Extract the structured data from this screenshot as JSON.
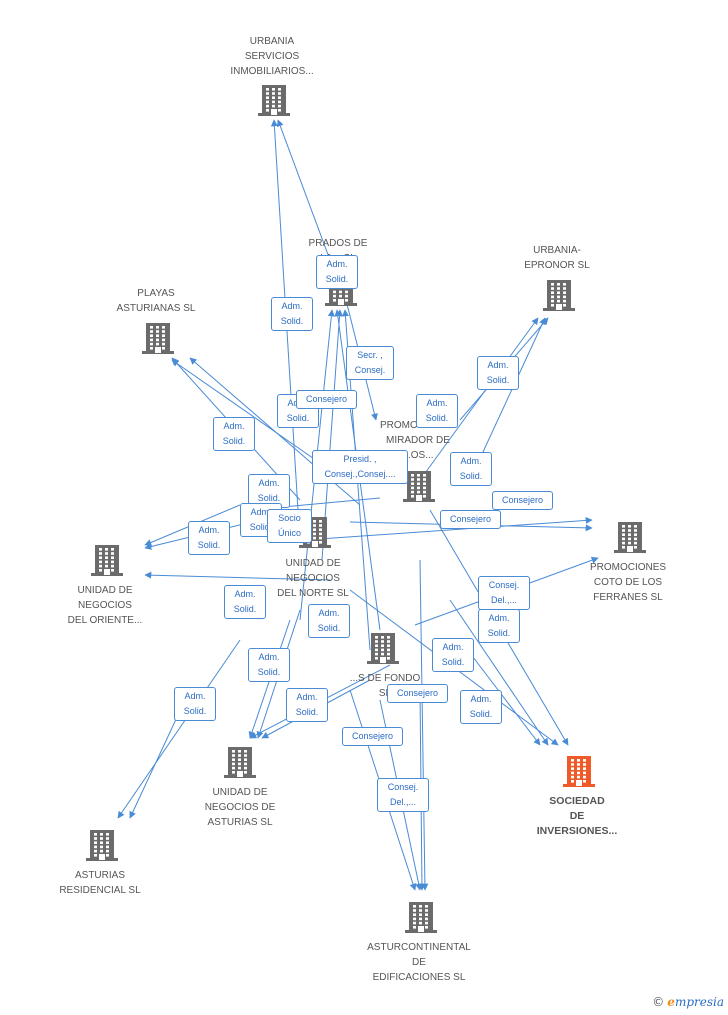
{
  "nodes": [
    {
      "id": "urbania_serv",
      "lines": [
        "URBANIA",
        "SERVICIOS",
        "INMOBILIARIOS..."
      ],
      "highlight": false
    },
    {
      "id": "prados",
      "lines": [
        "PRADOS DE",
        "LA...  SL"
      ],
      "highlight": false
    },
    {
      "id": "urbania_ep",
      "lines": [
        "URBANIA-",
        "EPRONOR SL"
      ],
      "highlight": false
    },
    {
      "id": "playas",
      "lines": [
        "PLAYAS",
        "ASTURIANAS SL"
      ],
      "highlight": false
    },
    {
      "id": "promo_mirador",
      "lines": [
        "PROMOCIONES",
        "MIRADOR DE",
        "...OS..."
      ],
      "highlight": false
    },
    {
      "id": "promo_coto",
      "lines": [
        "PROMOCIONES",
        "COTO DE LOS",
        "FERRANES SL"
      ],
      "highlight": false
    },
    {
      "id": "unidad_oriente",
      "lines": [
        "UNIDAD DE",
        "NEGOCIOS",
        "DEL ORIENTE..."
      ],
      "highlight": false
    },
    {
      "id": "unidad_norte",
      "lines": [
        "UNIDAD DE",
        "NEGOCIOS",
        "DEL NORTE  SL"
      ],
      "highlight": false
    },
    {
      "id": "fondo",
      "lines": [
        "...S DE FONDO",
        "SL"
      ],
      "highlight": false
    },
    {
      "id": "unidad_asturias",
      "lines": [
        "UNIDAD DE",
        "NEGOCIOS DE",
        "ASTURIAS SL"
      ],
      "highlight": false
    },
    {
      "id": "asturias_res",
      "lines": [
        "ASTURIAS",
        "RESIDENCIAL SL"
      ],
      "highlight": false
    },
    {
      "id": "sociedad",
      "lines": [
        "SOCIEDAD",
        "DE",
        "INVERSIONES..."
      ],
      "highlight": true
    },
    {
      "id": "asturcontinental",
      "lines": [
        "ASTURCONTINENTAL",
        "DE",
        "EDIFICACIONES SL"
      ],
      "highlight": false
    }
  ],
  "edge_labels": [
    {
      "lines": [
        "Adm.",
        "Solid."
      ]
    },
    {
      "lines": [
        "Adm.",
        "Solid."
      ]
    },
    {
      "lines": [
        "Secr. ,",
        "Consej."
      ]
    },
    {
      "lines": [
        "Adm.",
        "Solid."
      ]
    },
    {
      "lines": [
        "Consejero"
      ]
    },
    {
      "lines": [
        "Adm.",
        "Solid."
      ]
    },
    {
      "lines": [
        "Adm.",
        "Solid."
      ]
    },
    {
      "lines": [
        "Adm.",
        "Solid."
      ]
    },
    {
      "lines": [
        "Presid. ,",
        "Consej.,Consej...."
      ]
    },
    {
      "lines": [
        "Adm.",
        "Solid."
      ]
    },
    {
      "lines": [
        "Adm.",
        "Solid."
      ]
    },
    {
      "lines": [
        "Adm.",
        "Solid."
      ]
    },
    {
      "lines": [
        "Socio",
        "Único"
      ]
    },
    {
      "lines": [
        "Adm.",
        "Solid."
      ]
    },
    {
      "lines": [
        "Consejero"
      ]
    },
    {
      "lines": [
        "Consejero"
      ]
    },
    {
      "lines": [
        "Consej.",
        "Del.,..."
      ]
    },
    {
      "lines": [
        "Adm.",
        "Solid."
      ]
    },
    {
      "lines": [
        "Adm.",
        "Solid."
      ]
    },
    {
      "lines": [
        "Adm.",
        "Solid."
      ]
    },
    {
      "lines": [
        "Adm.",
        "Solid."
      ]
    },
    {
      "lines": [
        "Adm.",
        "Solid."
      ]
    },
    {
      "lines": [
        "Consejero"
      ]
    },
    {
      "lines": [
        "Adm.",
        "Solid."
      ]
    },
    {
      "lines": [
        "Adm.",
        "Solid."
      ]
    },
    {
      "lines": [
        "Adm.",
        "Solid."
      ]
    },
    {
      "lines": [
        "Consejero"
      ]
    },
    {
      "lines": [
        "Consej.",
        "Del.,..."
      ]
    }
  ],
  "colors": {
    "edge": "#4a8bd6",
    "node": "#6b6b6b",
    "highlight": "#f05a28",
    "label_text": "#2c6cc4"
  },
  "footer": {
    "copyright": "©",
    "brand_first": "e",
    "brand_rest": "mpresia"
  }
}
